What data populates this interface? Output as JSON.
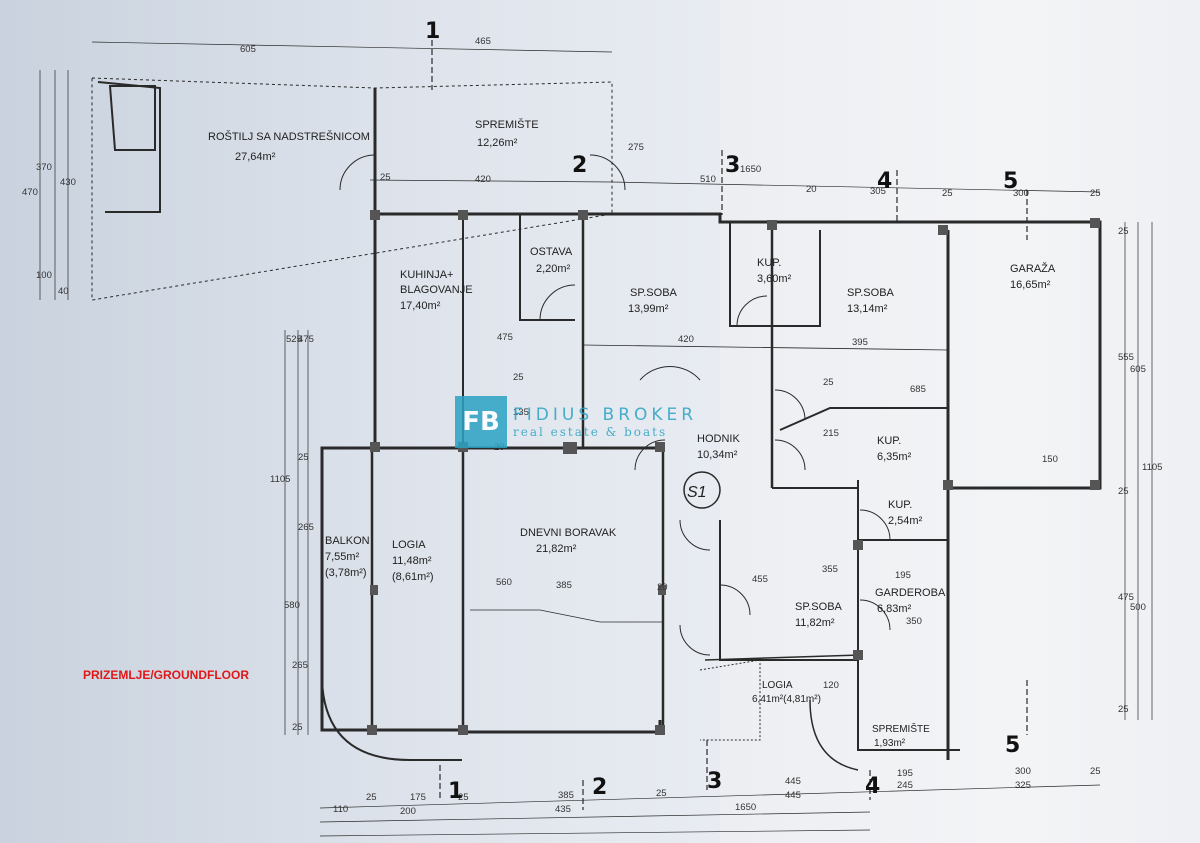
{
  "rooms": [
    {
      "id": "rostilj",
      "name": "ROŠTILJ SA NADSTREŠNICOM",
      "area": "27,64m²"
    },
    {
      "id": "spremiste-top",
      "name": "SPREMIŠTE",
      "area": "12,26m²"
    },
    {
      "id": "kuhinja",
      "name": "KUHINJA+",
      "name2": "BLAGOVANJE",
      "area": "17,40m²"
    },
    {
      "id": "ostava",
      "name": "OSTAVA",
      "area": "2,20m²"
    },
    {
      "id": "spsoba1",
      "name": "SP.SOBA",
      "area": "13,99m²"
    },
    {
      "id": "kup1",
      "name": "KUP.",
      "area": "3,60m²"
    },
    {
      "id": "spsoba2",
      "name": "SP.SOBA",
      "area": "13,14m²"
    },
    {
      "id": "garaza",
      "name": "GARAŽA",
      "area": "16,65m²"
    },
    {
      "id": "hodnik",
      "name": "HODNIK",
      "area": "10,34m²"
    },
    {
      "id": "kup2",
      "name": "KUP.",
      "area": "6,35m²"
    },
    {
      "id": "kup3",
      "name": "KUP.",
      "area": "2,54m²"
    },
    {
      "id": "balkon",
      "name": "BALKON",
      "area": "7,55m²",
      "area2": "(3,78m²)"
    },
    {
      "id": "logia1",
      "name": "LOGIA",
      "area": "11,48m²",
      "area2": "(8,61m²)"
    },
    {
      "id": "dnevni",
      "name": "DNEVNI BORAVAK",
      "area": "21,82m²"
    },
    {
      "id": "spsoba3",
      "name": "SP.SOBA",
      "area": "11,82m²"
    },
    {
      "id": "garderoba",
      "name": "GARDEROBA",
      "area": "6,83m²"
    },
    {
      "id": "logia2",
      "name": "LOGIA",
      "area": "6,41m²(4,81m²)"
    },
    {
      "id": "spremiste-bot",
      "name": "SPREMIŠTE",
      "area": "1,93m²"
    }
  ],
  "axes": {
    "top": [
      "1",
      "2",
      "3",
      "4",
      "5"
    ],
    "bottom": [
      "1",
      "2",
      "3",
      "4",
      "5"
    ]
  },
  "stair_mark": "S1",
  "dimensions": {
    "top_row": [
      "605",
      "465"
    ],
    "row2": [
      "420",
      "510",
      "1650",
      "20",
      "305",
      "25",
      "300",
      "25"
    ],
    "interior": [
      "275",
      "25",
      "420",
      "395",
      "685",
      "475",
      "135",
      "25",
      "215",
      "25",
      "150",
      "20",
      "385",
      "560",
      "455",
      "355",
      "195",
      "350",
      "120",
      "20"
    ],
    "left_col": [
      "470",
      "370",
      "430",
      "100",
      "40",
      "525",
      "475",
      "1105",
      "25",
      "265",
      "580",
      "265",
      "25"
    ],
    "right_col": [
      "25",
      "555",
      "605",
      "1105",
      "475",
      "500",
      "25",
      "25"
    ],
    "bottom_row1": [
      "110",
      "25",
      "175",
      "25",
      "385",
      "25",
      "445",
      "195",
      "300",
      "25"
    ],
    "bottom_row2": [
      "200",
      "435",
      "445",
      "245",
      "325"
    ],
    "bottom_total": "1650"
  },
  "floor_label": "PRIZEMLJE/GROUNDFLOOR",
  "watermark": {
    "logo": "FB",
    "name": "FIDIUS BROKER",
    "tagline": "real estate & boats"
  },
  "colors": {
    "floor_label": "#e01818",
    "watermark": "#2aa2c3",
    "lines": "#2a2a2a"
  }
}
